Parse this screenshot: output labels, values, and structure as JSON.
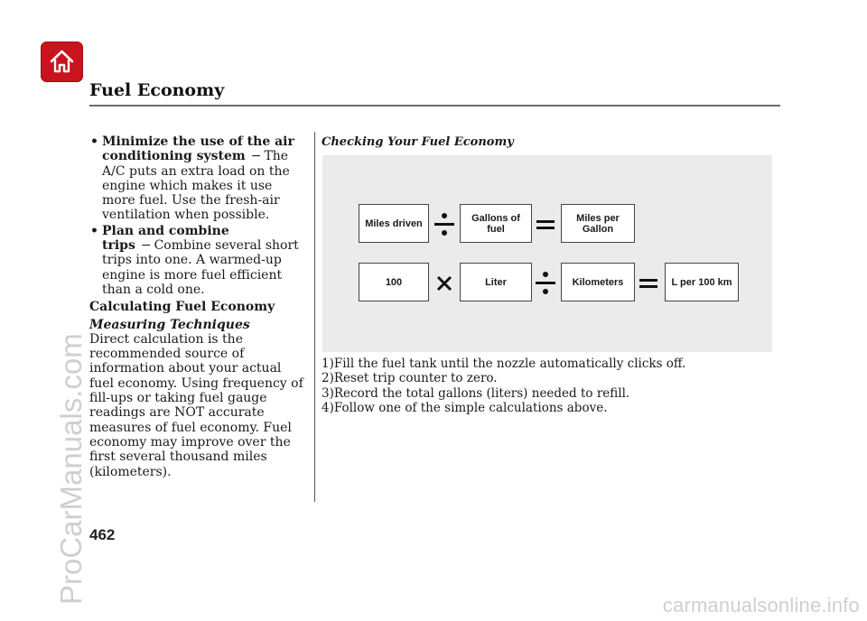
{
  "header": {
    "title": "Fuel Economy",
    "home_icon": "home-icon"
  },
  "left": {
    "bullets": [
      {
        "bold": "Minimize the use of the air conditioning system",
        "dash": "−",
        "text": "The A/C puts an extra load on the engine which makes it use more fuel. Use the fresh-air ventilation when possible."
      },
      {
        "bold": "Plan and combine trips",
        "dash": "−",
        "text": "Combine several short trips into one. A warmed-up engine is more fuel efficient than a cold one."
      }
    ],
    "calc_heading": "Calculating Fuel Economy",
    "measure_heading": "Measuring Techniques",
    "measure_text": "Direct calculation is the recommended source of information about your actual fuel economy. Using frequency of fill-ups or taking fuel gauge readings are NOT accurate measures of fuel economy. Fuel economy may improve over the first several thousand miles (kilometers)."
  },
  "right": {
    "heading": "Checking Your Fuel Economy",
    "diagram": {
      "row1": {
        "a": "Miles driven",
        "b": "Gallons of fuel",
        "c": "Miles per Gallon"
      },
      "row2": {
        "a": "100",
        "b": "Liter",
        "c": "Kilometers",
        "d": "L per 100 km"
      }
    },
    "steps": [
      "1)Fill the fuel tank until the nozzle automatically clicks off.",
      "2)Reset trip counter to zero.",
      "3)Record the total gallons (liters) needed to refill.",
      "4)Follow one of the simple calculations above."
    ]
  },
  "page_number": "462",
  "watermark": "ProCarManuals.com",
  "footer_site": "carmanualsonline.info"
}
